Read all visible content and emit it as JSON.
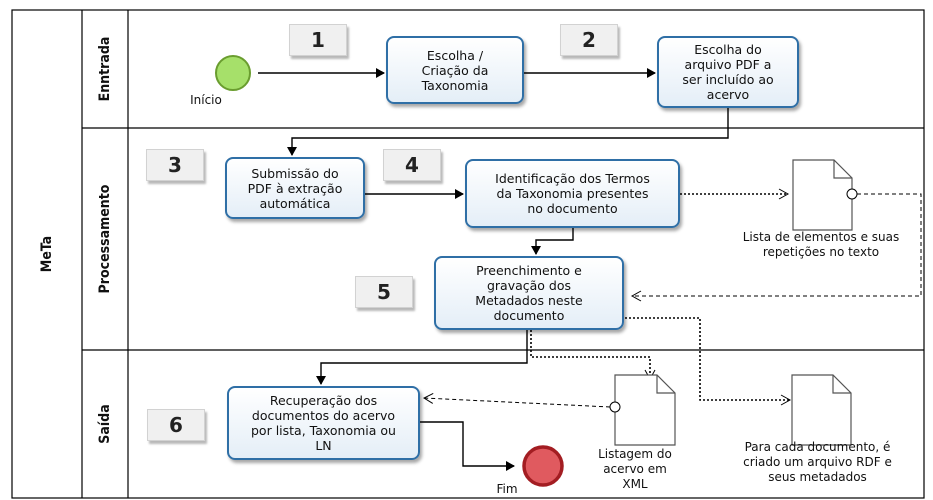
{
  "pool": {
    "title": "MeTa"
  },
  "lanes": [
    {
      "id": "entrada",
      "title": "Enntrada"
    },
    {
      "id": "processamento",
      "title": "Processamento"
    },
    {
      "id": "saida",
      "title": "Saída"
    }
  ],
  "steps": [
    "1",
    "2",
    "3",
    "4",
    "5",
    "6"
  ],
  "events": {
    "start_label": "Início",
    "end_label": "Fim"
  },
  "tasks": {
    "t1": "Escolha /\nCriação da\nTaxonomia",
    "t2": "Escolha do\narquivo PDF a\nser incluído ao\nacervo",
    "t3": "Submissão do\nPDF à extração\nautomática",
    "t4": "Identificação dos Termos\nda Taxonomia presentes\nno documento",
    "t5": "Preenchimento e\ngravação dos\nMetadados neste\ndocumento",
    "t6": "Recuperação dos\ndocumentos do acervo\npor lista, Taxonomia ou\nLN"
  },
  "artifacts": {
    "a1": "Lista de elementos e suas\nrepetições no texto",
    "a2": "Listagem do\nacervo em\nXML",
    "a3": "Para cada documento, é\ncriado um arquivo RDF e\nseus metadados"
  },
  "colors": {
    "task_border": "#2f6fa6",
    "start_event": "#a6e06a",
    "end_event": "#cc2e37"
  }
}
